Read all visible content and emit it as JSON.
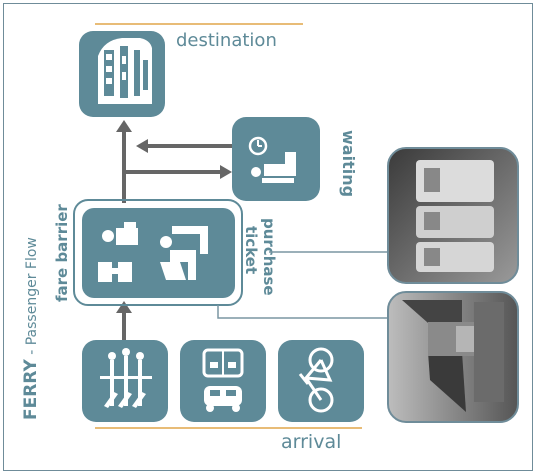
{
  "labels": {
    "destination": "destination",
    "waiting": "waiting",
    "ticket_purchase_line1": "ticket",
    "ticket_purchase_line2": "purchase",
    "fare_barrier": "fare barrier",
    "arrival": "arrival",
    "title_bold": "FERRY",
    "title_rest": " - Passenger Flow"
  },
  "icons": {
    "destination": "ferry-ship-icon",
    "waiting": "seated-person-clock-icon",
    "fare_barrier": "ticket-gate-icon",
    "ticket_purchase": "ticket-counter-icon",
    "arrival_modes": [
      "pedestrians-icon",
      "bus-car-icon",
      "bicycle-icon"
    ]
  },
  "photos": [
    "ticket-machines-photo",
    "fare-gate-photo"
  ],
  "colors": {
    "teal": "#5e8a98",
    "dark_teal": "#45707e",
    "arrow": "#666666",
    "orange_rule": "#e0a64a",
    "frame": "#6f8c99"
  }
}
